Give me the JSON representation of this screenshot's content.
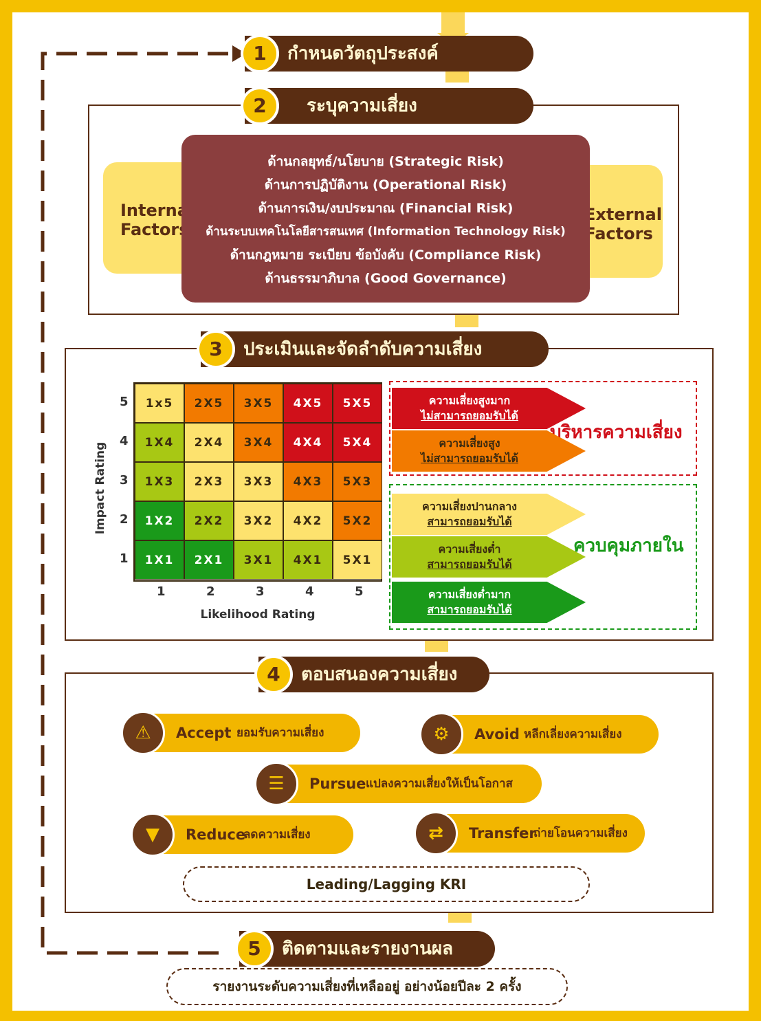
{
  "steps": {
    "s1": {
      "num": "1",
      "label": "กำหนดวัตถุประสงค์"
    },
    "s2": {
      "num": "2",
      "label": "ระบุความเสี่ยง"
    },
    "s3": {
      "num": "3",
      "label": "ประเมินและจัดลำดับความเสี่ยง"
    },
    "s4": {
      "num": "4",
      "label": "ตอบสนองความเสี่ยง"
    },
    "s5": {
      "num": "5",
      "label": "ติดตามและรายงานผล"
    }
  },
  "identify": {
    "internal": "Internal Factors",
    "external": "External Factors",
    "risks": [
      "ด้านกลยุทธ์/นโยบาย (Strategic Risk)",
      "ด้านการปฏิบัติงาน (Operational Risk)",
      "ด้านการเงิน/งบประมาณ (Financial Risk)",
      "ด้านระบบเทคโนโลยีสารสนเทศ (Information Technology Risk)",
      "ด้านกฎหมาย ระเบียบ ข้อบังคับ (Compliance Risk)",
      "ด้านธรรมาภิบาล (Good Governance)"
    ]
  },
  "matrix": {
    "y_axis_label": "Impact Rating",
    "x_axis_label": "Likelihood Rating",
    "y_ticks": [
      "5",
      "4",
      "3",
      "2",
      "1"
    ],
    "x_ticks": [
      "1",
      "2",
      "3",
      "4",
      "5"
    ],
    "rows": [
      [
        "1x5",
        "2X5",
        "3X5",
        "4X5",
        "5X5"
      ],
      [
        "1X4",
        "2X4",
        "3X4",
        "4X4",
        "5X4"
      ],
      [
        "1X3",
        "2X3",
        "3X3",
        "4X3",
        "5X3"
      ],
      [
        "1X2",
        "2X2",
        "3X2",
        "4X2",
        "5X2"
      ],
      [
        "1X1",
        "2X1",
        "3X1",
        "4X1",
        "5X1"
      ]
    ],
    "colors": [
      [
        "#fde26e",
        "#f27a00",
        "#f27a00",
        "#d0101a",
        "#d0101a"
      ],
      [
        "#a8c814",
        "#fde26e",
        "#f27a00",
        "#d0101a",
        "#d0101a"
      ],
      [
        "#a8c814",
        "#fde26e",
        "#fde26e",
        "#f27a00",
        "#f27a00"
      ],
      [
        "#1a9a1a",
        "#a8c814",
        "#fde26e",
        "#fde26e",
        "#f27a00"
      ],
      [
        "#1a9a1a",
        "#1a9a1a",
        "#a8c814",
        "#a8c814",
        "#fde26e"
      ]
    ]
  },
  "levels": {
    "manage_label": "บริหารความเสี่ยง",
    "control_label": "ควบคุมภายใน",
    "items": [
      {
        "line1": "ความเสี่ยงสูงมาก",
        "line2": "ไม่สามารถยอมรับได้",
        "color": "#d0101a",
        "text": "#ffffff"
      },
      {
        "line1": "ความเสี่ยงสูง",
        "line2": "ไม่สามารถยอมรับได้",
        "color": "#f27a00",
        "text": "#3a2a10"
      },
      {
        "line1": "ความเสี่ยงปานกลาง",
        "line2": "สามารถยอมรับได้",
        "color": "#fde26e",
        "text": "#3a2a10"
      },
      {
        "line1": "ความเสี่ยงต่ำ",
        "line2": "สามารถยอมรับได้",
        "color": "#a8c814",
        "text": "#3a2a10"
      },
      {
        "line1": "ความเสี่ยงต่ำมาก",
        "line2": "สามารถยอมรับได้",
        "color": "#1a9a1a",
        "text": "#ffffff"
      }
    ]
  },
  "responses": {
    "accept": {
      "en": "Accept",
      "th": "ยอมรับความเสี่ยง",
      "icon": "⚠"
    },
    "avoid": {
      "en": "Avoid",
      "th": "หลีกเลี่ยงความเสี่ยง",
      "icon": "⚙"
    },
    "pursue": {
      "en": "Pursue",
      "th": "แปลงความเสี่ยงให้เป็นโอกาส",
      "icon": "☰"
    },
    "reduce": {
      "en": "Reduce",
      "th": "ลดความเสี่ยง",
      "icon": "▼"
    },
    "transfer": {
      "en": "Transfer",
      "th": "ถ่ายโอนความเสี่ยง",
      "icon": "⇄"
    },
    "kri": "Leading/Lagging KRI"
  },
  "report_note": "รายงานระดับความเสี่ยงที่เหลืออยู่ อย่างน้อยปีละ 2 ครั้ง"
}
